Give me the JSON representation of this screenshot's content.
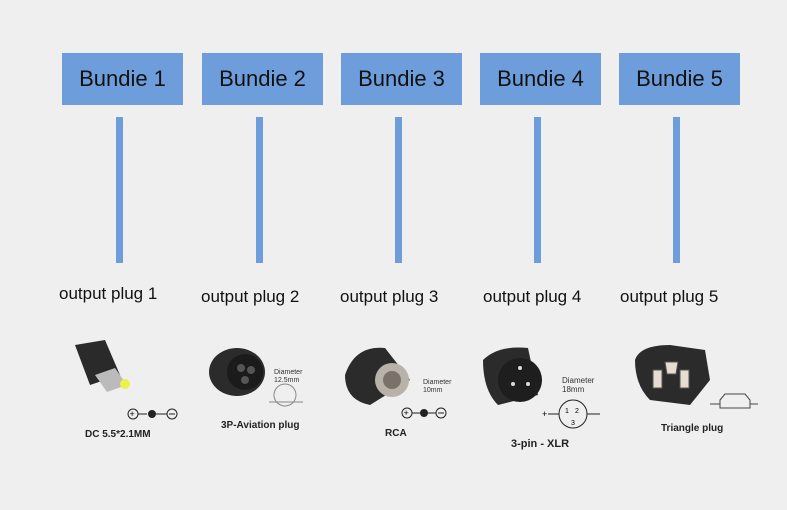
{
  "bundles": [
    {
      "label": "Bundie 1",
      "output": "output plug 1",
      "caption": "DC 5.5*2.1MM"
    },
    {
      "label": "Bundie 2",
      "output": "output plug 2",
      "caption": "3P-Aviation plug",
      "diameter": "Diameter",
      "size": "12.5mm"
    },
    {
      "label": "Bundie 3",
      "output": "output plug 3",
      "caption": "RCA",
      "diameter": "Diameter",
      "size": "10mm"
    },
    {
      "label": "Bundie 4",
      "output": "output plug 4",
      "caption": "3-pin - XLR",
      "diameter": "Diameter",
      "size": "18mm"
    },
    {
      "label": "Bundie 5",
      "output": "output plug 5",
      "caption": "Triangle plug"
    }
  ],
  "colors": {
    "box": "#6d9edb",
    "background": "#efefef"
  }
}
